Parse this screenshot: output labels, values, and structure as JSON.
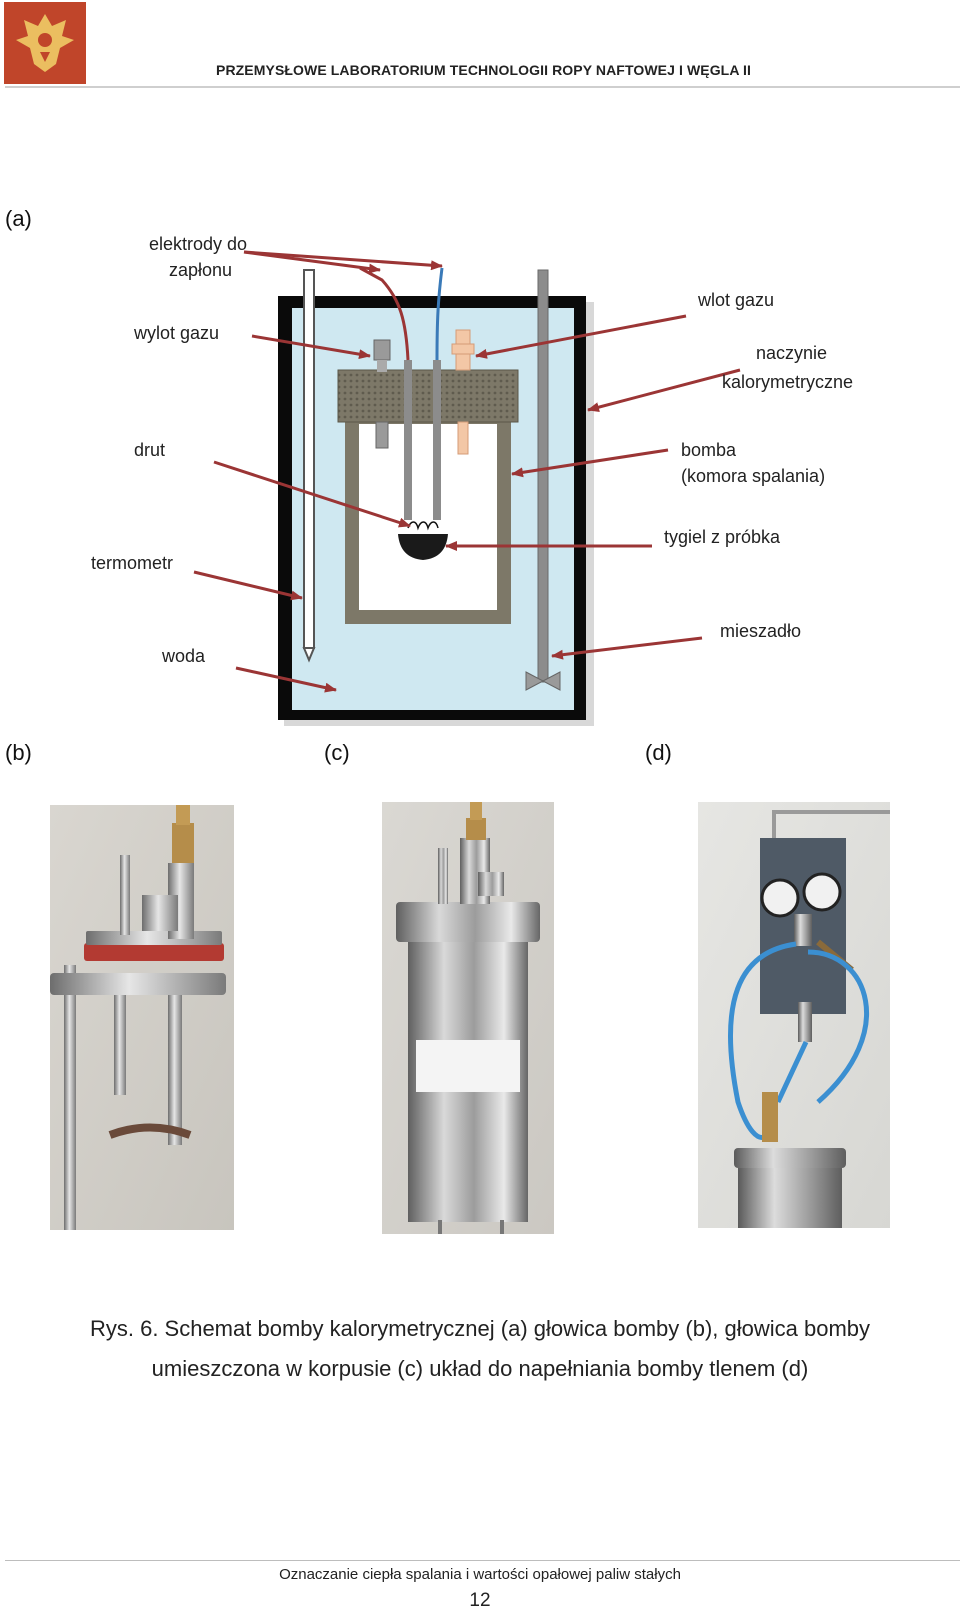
{
  "header": {
    "title": "PRZEMYSŁOWE LABORATORIUM TECHNOLOGII ROPY NAFTOWEJ I WĘGLA  II",
    "logo_icon": "eagle-logo-icon"
  },
  "panels": {
    "a": "(a)",
    "b": "(b)",
    "c": "(c)",
    "d": "(d)"
  },
  "diagram": {
    "labels": {
      "electrodes_1": "elektrody do",
      "electrodes_2": "zapłonu",
      "gas_outlet": "wylot gazu",
      "gas_inlet": "wlot gazu",
      "vessel_1": "naczynie",
      "vessel_2": "kalorymetryczne",
      "wire": "drut",
      "bomb_1": "bomba",
      "bomb_2": "(komora spalania)",
      "thermometer": "termometr",
      "crucible": "tygiel z próbka",
      "stirrer": "mieszadło",
      "water": "woda"
    },
    "colors": {
      "arrow": "#9b3535",
      "water": "#cfe8f1",
      "bomb_head": "#7d7868",
      "vessel_border": "#0a0a0a"
    }
  },
  "caption": {
    "line1": "Rys. 6. Schemat bomby kalorymetrycznej (a) głowica bomby (b), głowica bomby",
    "line2": "umieszczona w korpusie (c) układ do napełniania bomby tlenem (d)"
  },
  "footer": {
    "text": "Oznaczanie ciepła spalania i wartości opałowej paliw stałych",
    "page": "12"
  }
}
